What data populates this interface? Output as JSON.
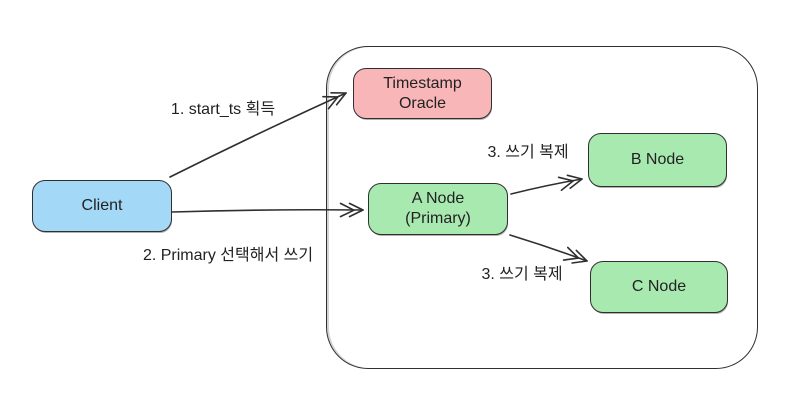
{
  "colors": {
    "canvas_bg": "#ffffff",
    "stroke": "#2f2f2f",
    "text": "#222222",
    "client_fill": "#a3d8f7",
    "oracle_fill": "#f9b6b9",
    "replica_fill": "#a8e9b0"
  },
  "nodes": {
    "client": {
      "label": "Client"
    },
    "oracle": {
      "line1": "Timestamp",
      "line2": "Oracle"
    },
    "a_node": {
      "line1": "A Node",
      "line2": "(Primary)"
    },
    "b_node": {
      "label": "B Node"
    },
    "c_node": {
      "label": "C Node"
    }
  },
  "edges": {
    "e1": {
      "label": "1. start_ts 획득"
    },
    "e2": {
      "label": "2. Primary 선택해서 쓰기"
    },
    "e3a": {
      "label": "3. 쓰기 복제"
    },
    "e3b": {
      "label": "3. 쓰기 복제"
    }
  }
}
